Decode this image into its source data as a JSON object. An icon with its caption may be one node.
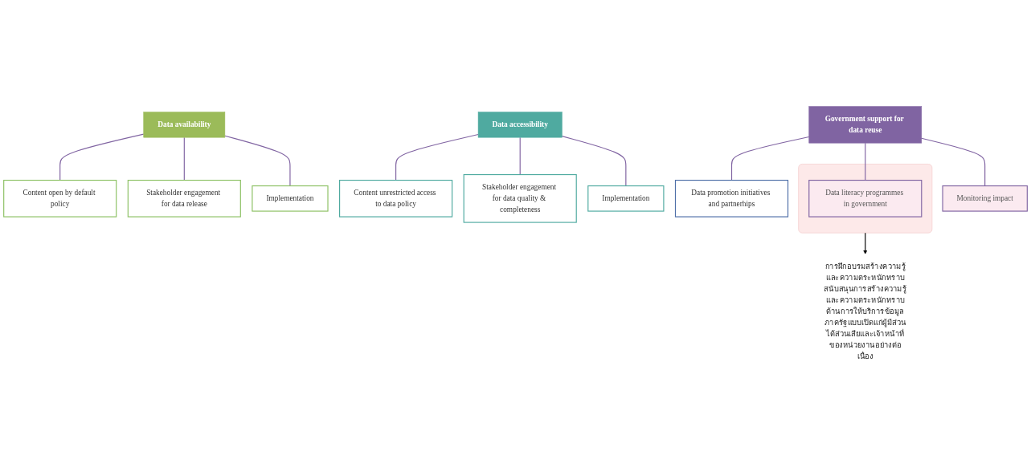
{
  "diagram": {
    "nodes": [
      {
        "text": [
          "Data availability"
        ]
      },
      {
        "text": [
          "Content open by default policy"
        ]
      },
      {
        "text": [
          "Stakeholder engagement for data release"
        ]
      },
      {
        "text": [
          "Implementation"
        ]
      },
      {
        "text": [
          "Data accessibility"
        ]
      },
      {
        "text": [
          "Content unrestricted access to data policy"
        ]
      },
      {
        "text": [
          "Stakeholder engagement for data quality & completeness"
        ]
      },
      {
        "text": [
          "Implementation"
        ]
      },
      {
        "text": [
          "Government support for data reuse"
        ]
      },
      {
        "text": [
          "Data promotion initiatives and partnerhips"
        ]
      },
      {
        "text": [],
        "shape": "box"
      },
      {
        "text": [
          "Data literacy programmes in government"
        ],
        "in": 10
      },
      {
        "text": [
          "Monitoring impact"
        ]
      },
      {
        "text": [
          "การฝึกอบรมสร้างความรู้และความตระหนักทราบ",
          "สนับสนุนการสร้างความรู้และความตระหนักทราบด้านการให้บริการข้อมูลภาครัฐแบบเปิดแก่ผู้มีส่วนได้ส่วนเสียและเจ้าหน้าที่ของหน่วยงานอย่างต่อเนื่อง"
        ]
      }
    ],
    "edges": [
      {
        "from": 0,
        "to": 1,
        "arrow": "none"
      },
      {
        "from": 0,
        "to": 2,
        "arrow": "none"
      },
      {
        "from": 0,
        "to": 3,
        "arrow": "none"
      },
      {
        "from": 4,
        "to": 5,
        "arrow": "none"
      },
      {
        "from": 4,
        "to": 6,
        "arrow": "none"
      },
      {
        "from": 4,
        "to": 7,
        "arrow": "none"
      },
      {
        "from": 8,
        "to": 9,
        "arrow": "none"
      },
      {
        "from": 8,
        "to": 11,
        "arrow": "none"
      },
      {
        "from": 8,
        "to": 12,
        "arrow": "none"
      },
      {
        "from": 10,
        "to": 13,
        "arrow": "to",
        "color": "#000000"
      }
    ]
  }
}
